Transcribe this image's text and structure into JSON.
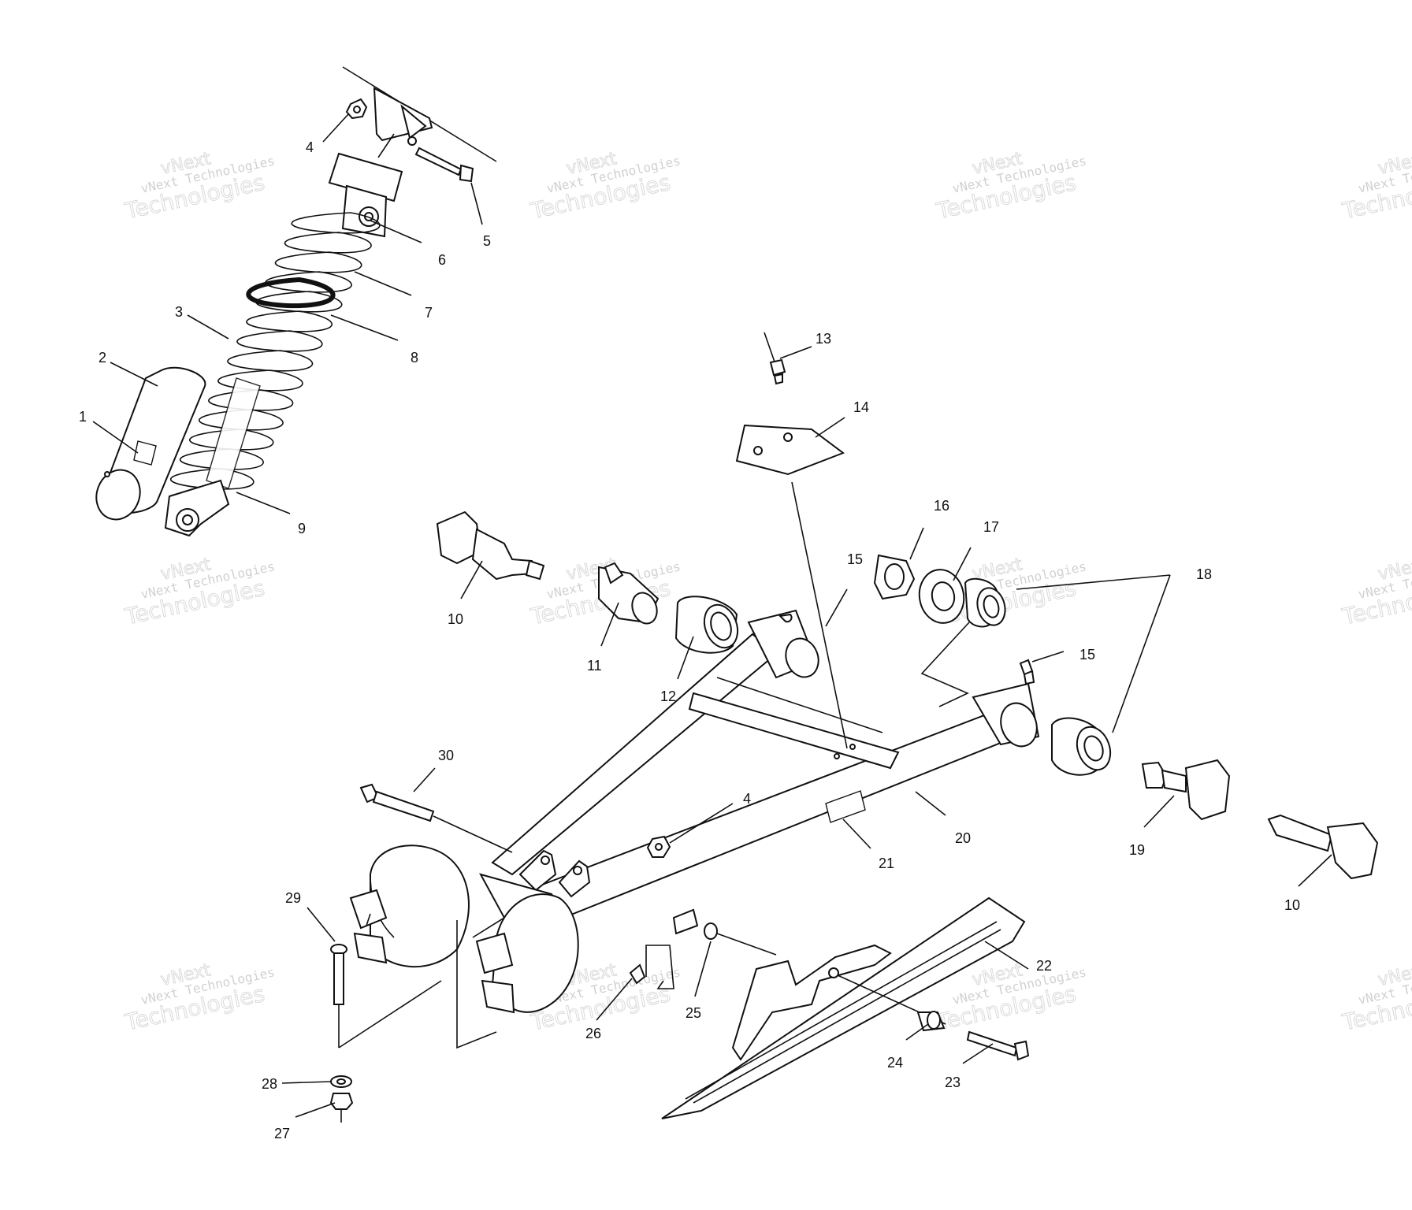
{
  "callouts": [
    {
      "text": "1"
    },
    {
      "text": "2"
    },
    {
      "text": "3"
    },
    {
      "text": "4"
    },
    {
      "text": "5"
    },
    {
      "text": "6"
    },
    {
      "text": "7"
    },
    {
      "text": "8"
    },
    {
      "text": "9"
    },
    {
      "text": "10"
    },
    {
      "text": "11"
    },
    {
      "text": "12"
    },
    {
      "text": "13"
    },
    {
      "text": "14"
    },
    {
      "text": "15"
    },
    {
      "text": "16"
    },
    {
      "text": "17"
    },
    {
      "text": "18"
    },
    {
      "text": "15"
    },
    {
      "text": "19"
    },
    {
      "text": "10"
    },
    {
      "text": "20"
    },
    {
      "text": "21"
    },
    {
      "text": "30"
    },
    {
      "text": "4"
    },
    {
      "text": "29"
    },
    {
      "text": "22"
    },
    {
      "text": "25"
    },
    {
      "text": "26"
    },
    {
      "text": "24"
    },
    {
      "text": "23"
    },
    {
      "text": "28"
    },
    {
      "text": "27"
    }
  ],
  "watermark": {
    "line1": "vNext",
    "line2": "vNext Technologies",
    "line3": "Technologies"
  }
}
